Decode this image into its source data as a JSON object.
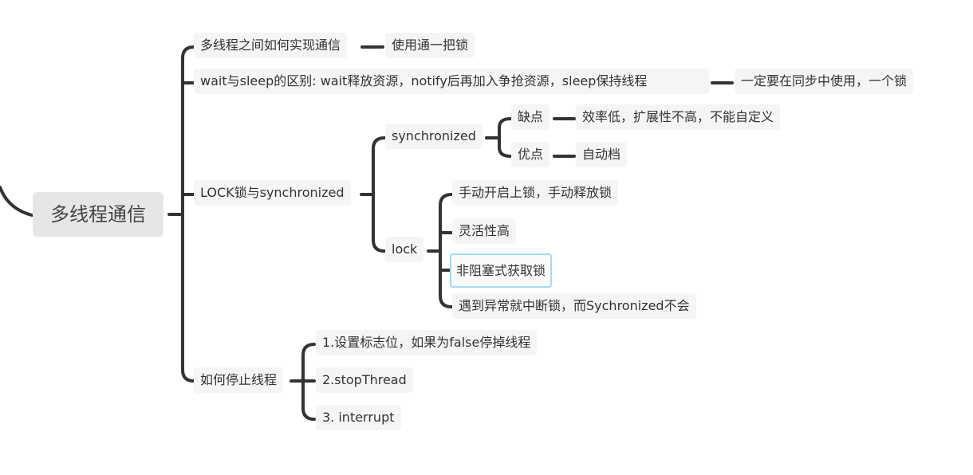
{
  "root": "多线程通信",
  "branches": {
    "b1": "多线程之间如何实现通信",
    "b1_child": "使用通一把锁",
    "b2": "wait与sleep的区别: wait释放资源，notify后再加入争抢资源，sleep保持线程",
    "b2_child": "一定要在同步中使用，一个锁",
    "b3": "LOCK锁与synchronized",
    "sync": "synchronized",
    "sync_cons": "缺点",
    "sync_cons_detail": "效率低，扩展性不高，不能自定义",
    "sync_pros": "优点",
    "sync_pros_detail": "自动档",
    "lock": "lock",
    "lock_1": "手动开启上锁，手动释放锁",
    "lock_2": "灵活性高",
    "lock_3": "非阻塞式获取锁",
    "lock_4": "遇到异常就中断锁，而Sychronized不会",
    "b4": "如何停止线程",
    "stop_1": "1.设置标志位，如果为false停掉线程",
    "stop_2": "2.stopThread",
    "stop_3": "3. interrupt"
  },
  "colors": {
    "line": "#333333",
    "node_bg": "#f5f5f5",
    "root_bg": "#e6e6e6",
    "selected_border": "#9fdcf5"
  }
}
